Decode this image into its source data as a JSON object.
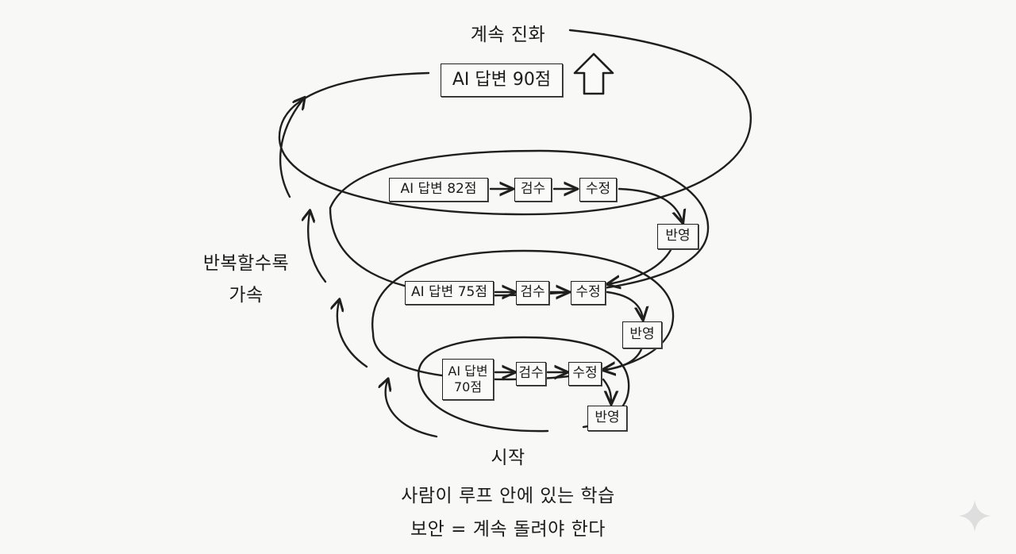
{
  "top_label": "계속 진화",
  "level4": {
    "answer": "AI 답변 90점"
  },
  "level3": {
    "answer": "AI 답변 82점",
    "review": "검수",
    "edit": "수정",
    "apply": "반영"
  },
  "level2": {
    "answer": "AI 답변 75점",
    "review": "검수",
    "edit": "수정",
    "apply": "반영"
  },
  "level1": {
    "answer": "AI 답변 70점",
    "review": "검수",
    "edit": "수정",
    "apply": "반영"
  },
  "side_label": {
    "line1": "반복할수록",
    "line2": "가속"
  },
  "start_label": "시작",
  "caption": {
    "line1": "사람이 루프 안에 있는 학습",
    "line2": "보안 = 계속 돌려야 한다"
  },
  "icons": [
    "up-arrow-icon",
    "sparkle-icon"
  ]
}
